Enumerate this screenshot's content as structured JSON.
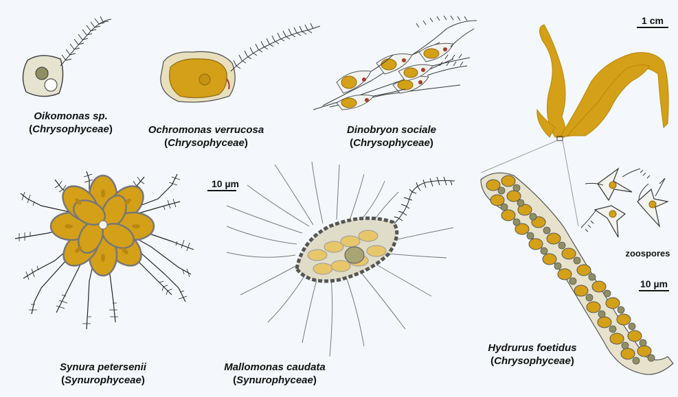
{
  "labels": {
    "oikomonas": {
      "name": "Oikomonas sp.",
      "class_open": "(",
      "class_name": "Chrysophyceae",
      "class_close": ")"
    },
    "ochromonas": {
      "name": "Ochromonas verrucosa",
      "class_open": "(",
      "class_name": "Chrysophyceae",
      "class_close": ")"
    },
    "dinobryon": {
      "name": "Dinobryon sociale",
      "class_open": "(",
      "class_name": "Chrysophyceae",
      "class_close": ")"
    },
    "synura": {
      "name": "Synura petersenii",
      "class_open": "(",
      "class_name": "Synurophyceae",
      "class_close": ")"
    },
    "mallomonas": {
      "name": "Mallomonas caudata",
      "class_open": "(",
      "class_name": "Synurophyceae",
      "class_close": ")"
    },
    "hydrurus": {
      "name": "Hydrurus foetidus",
      "class_open": "(",
      "class_name": "Chrysophyceae",
      "class_close": ")"
    },
    "zoospores": "zoospores"
  },
  "scale_bars": {
    "cm": "1 cm",
    "um_left": "10 µm",
    "um_right": "10 µm"
  },
  "colors": {
    "background": "#f4f8fc",
    "golden": "#d4a017",
    "golden_dark": "#b8860b",
    "cell_pale": "#e3dfc7",
    "nucleus": "#8f8f63",
    "outline": "#444444"
  }
}
